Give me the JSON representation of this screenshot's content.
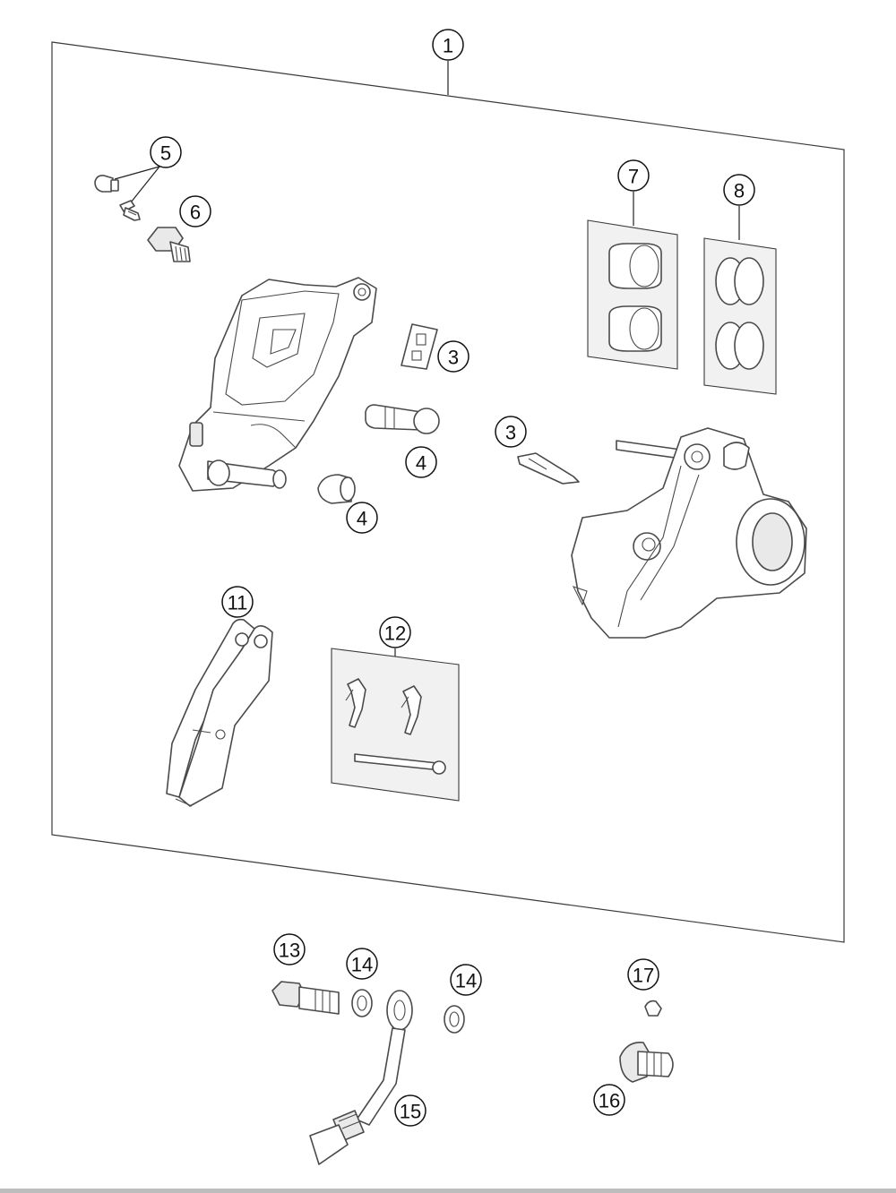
{
  "callouts": {
    "c1": "1",
    "c3a": "3",
    "c3b": "3",
    "c4a": "4",
    "c4b": "4",
    "c5": "5",
    "c6": "6",
    "c7": "7",
    "c8": "8",
    "c11": "11",
    "c12": "12",
    "c13": "13",
    "c14a": "14",
    "c14b": "14",
    "c15": "15",
    "c16": "16",
    "c17": "17"
  }
}
